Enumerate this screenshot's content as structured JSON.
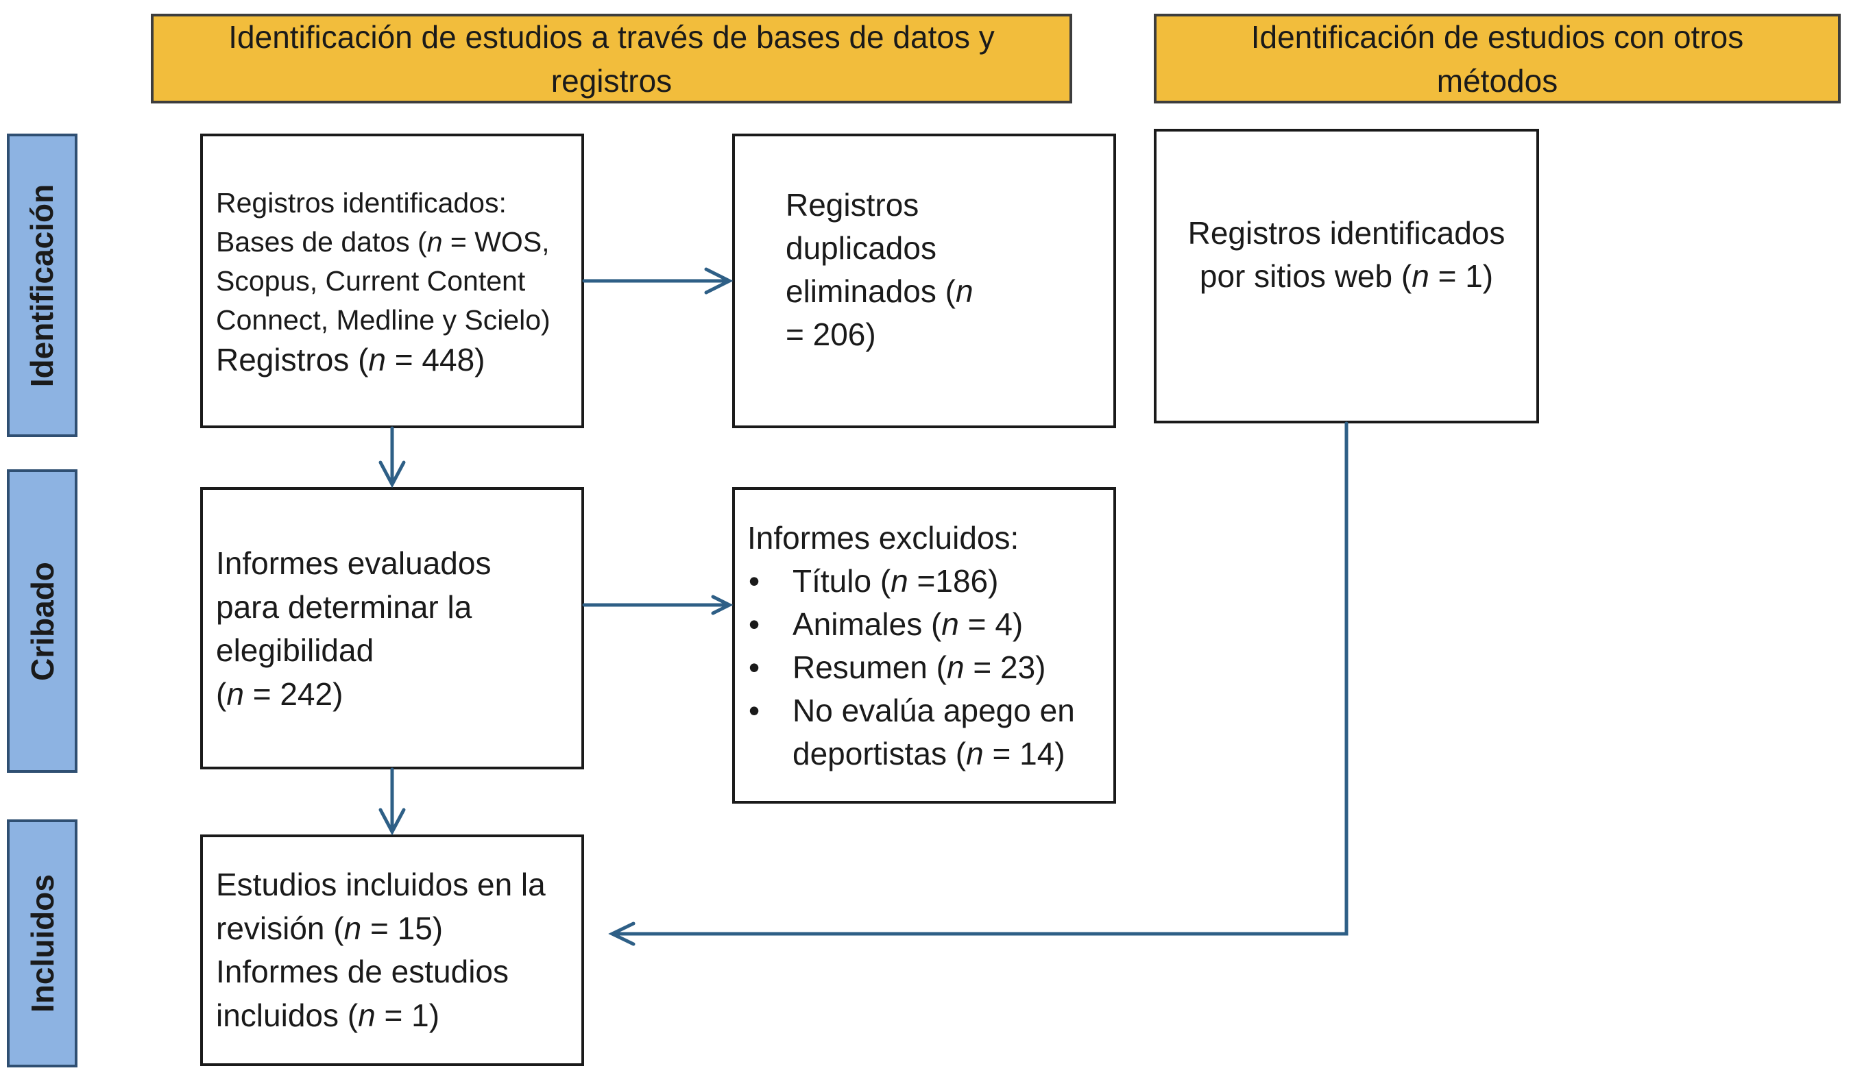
{
  "headers": {
    "db": [
      "Identificación de estudios a través de bases de datos y",
      "registros"
    ],
    "other": [
      "Identificación de estudios con otros",
      "métodos"
    ]
  },
  "phases": {
    "identificacion": "Identificación",
    "cribado": "Cribado",
    "incluidos": "Incluidos"
  },
  "boxes": {
    "registros_identificados": {
      "line1": "Registros identificados:",
      "line2_a": "Bases de datos (",
      "n": "n",
      "line2_b": " = WOS,",
      "line3": "Scopus, Current Content",
      "line4": "Connect, Medline y Scielo)",
      "line5_a": "Registros (",
      "line5_b": " = 448)"
    },
    "duplicados": {
      "line1": "Registros",
      "line2": "duplicados",
      "line3_a": "eliminados (",
      "n": "n",
      "line4": "= 206)"
    },
    "sitios_web": {
      "line1": "Registros identificados",
      "line2_a": "por sitios web (",
      "n": "n",
      "line2_b": " = 1)"
    },
    "evaluados": {
      "line1": "Informes evaluados",
      "line2": "para determinar la",
      "line3": "elegibilidad",
      "line4_a": "(",
      "n": "n",
      "line4_b": " = 242)"
    },
    "excluidos": {
      "title": "Informes excluidos:",
      "bullet": "•",
      "n": "n",
      "items": [
        {
          "a": "Título (",
          "b": " =186)"
        },
        {
          "a": "Animales (",
          "b": " = 4)"
        },
        {
          "a": "Resumen (",
          "b": " = 23)"
        },
        {
          "a": "No evalúa apego en",
          "b": ""
        },
        {
          "a": "deportistas (",
          "b": " = 14)"
        }
      ]
    },
    "incluidos": {
      "line1": "Estudios incluidos en la",
      "line2_a": "revisión (",
      "n": "n",
      "line2_b": " = 15)",
      "line3": "Informes de estudios",
      "line4_a": "incluidos (",
      "line4_b": " = 1)"
    }
  },
  "colors": {
    "header_fill": "#f2bd3c",
    "phase_fill": "#8db3e2",
    "arrow": "#2e5f86"
  }
}
